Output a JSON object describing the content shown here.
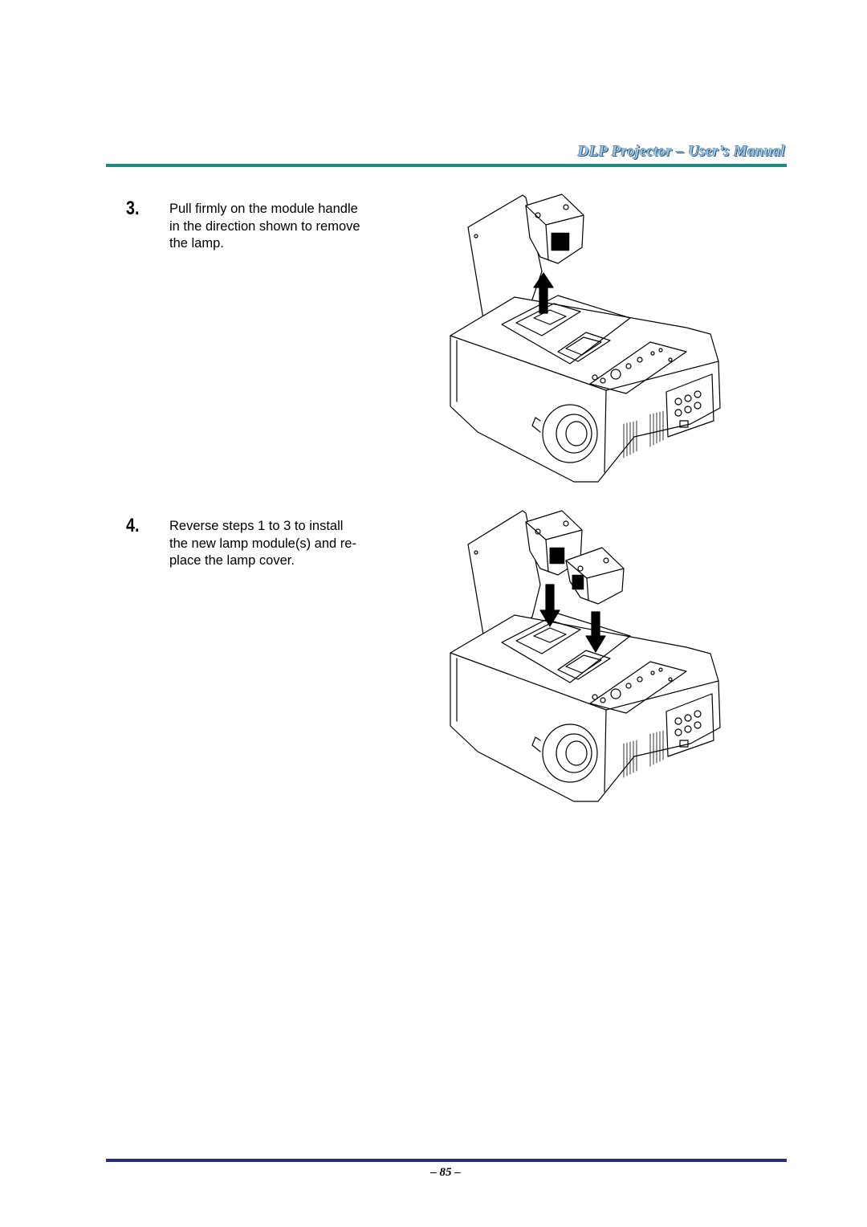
{
  "header": {
    "title": "DLP Projector – User’s Manual"
  },
  "steps": [
    {
      "number": "3.",
      "text_lines": [
        "Pull firmly on the module handle",
        "in the direction shown to remove",
        "the lamp."
      ],
      "figure": "lamp-removal-illustration"
    },
    {
      "number": "4.",
      "text_lines": [
        "Reverse steps 1 to 3 to install",
        "the new lamp module(s) and re-",
        "place the lamp cover."
      ],
      "figure": "lamp-install-illustration"
    }
  ],
  "footer": {
    "page_number": "– 85 –"
  },
  "colors": {
    "header_rule": "#1f8c84",
    "footer_rule": "#262a80",
    "header_text": "#9ec6e6"
  }
}
